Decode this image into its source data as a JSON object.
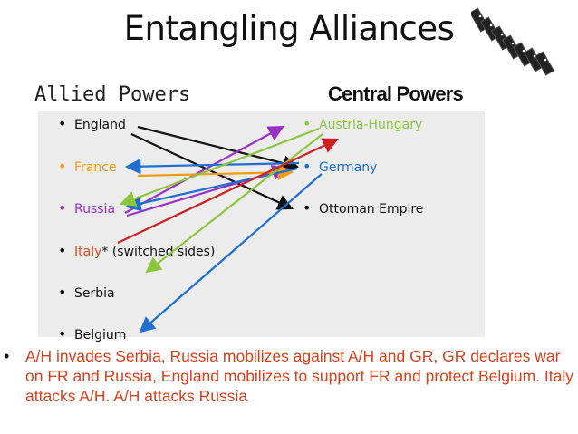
{
  "title": "Entangling Alliances",
  "headers": {
    "allied": "Allied Powers",
    "central": "Central Powers"
  },
  "allied": [
    {
      "name": "England",
      "color": "#111111"
    },
    {
      "name": "France",
      "color": "#f39c12"
    },
    {
      "name": "Russia",
      "color": "#9b30c8"
    },
    {
      "name": "Italy",
      "color": "#e04a1c",
      "suffix": "* (switched sides)"
    },
    {
      "name": "Serbia",
      "color": "#111111"
    },
    {
      "name": "Belgium",
      "color": "#111111"
    }
  ],
  "central": [
    {
      "name": "Austria-Hungary",
      "color": "#8cc63f"
    },
    {
      "name": "Germany",
      "color": "#1f6fd1"
    },
    {
      "name": "Ottoman Empire",
      "color": "#111111"
    }
  ],
  "summary": "A/H invades Serbia, Russia mobilizes against A/H and GR, GR declares war on FR and Russia, England mobilizes to support FR and protect Belgium.  Italy attacks A/H. A/H attacks Russia",
  "bullet": "•",
  "dominoes_icon": "falling-dominoes-icon"
}
